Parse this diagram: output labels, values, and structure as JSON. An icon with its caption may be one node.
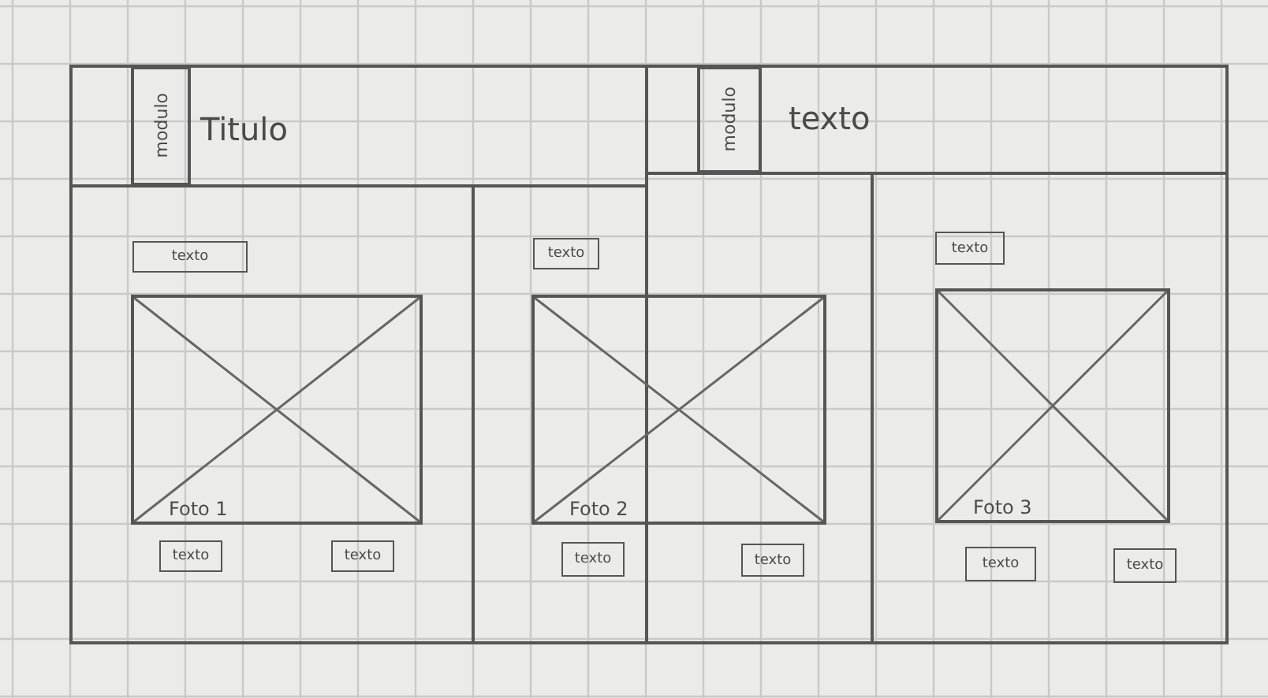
{
  "diagram": {
    "nodes": [
      {
        "text": [
          "modulo"
        ]
      },
      {
        "text": [
          "modulo"
        ]
      },
      {
        "text": [
          "texto"
        ]
      },
      {
        "text": [
          "Foto 1"
        ]
      },
      {
        "text": [
          "texto"
        ]
      },
      {
        "text": [
          "texto"
        ]
      },
      {
        "text": [
          "texto"
        ]
      },
      {
        "text": [
          "Foto 2"
        ]
      },
      {
        "text": [
          "texto"
        ]
      },
      {
        "text": [
          "texto"
        ]
      },
      {
        "text": [
          "texto"
        ]
      },
      {
        "text": [
          "Foto 3"
        ]
      },
      {
        "text": [
          "texto"
        ]
      },
      {
        "text": [
          "texto"
        ]
      }
    ],
    "labels": [
      "Titulo",
      "texto"
    ]
  }
}
